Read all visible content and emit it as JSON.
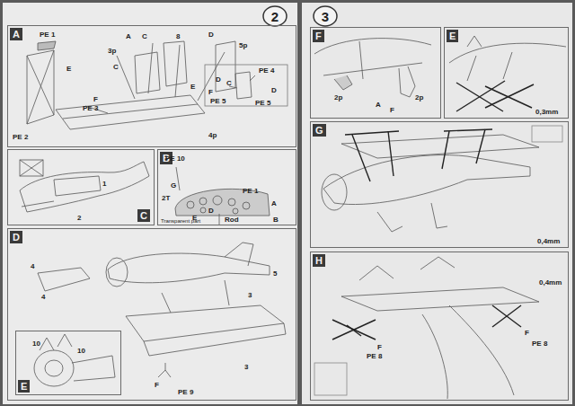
{
  "diagram": {
    "nodes": [
      {
        "text": [
          "2"
        ]
      },
      {
        "text": [
          "A"
        ]
      },
      {
        "text": [
          "C"
        ]
      },
      {
        "text": [
          "B"
        ]
      },
      {
        "text": [
          "D"
        ]
      },
      {
        "text": [
          "E"
        ],
        "in": 4
      },
      {
        "text": [
          "3"
        ]
      },
      {
        "text": [
          "F"
        ]
      },
      {
        "text": [
          "E"
        ]
      },
      {
        "text": [
          "G"
        ]
      },
      {
        "text": [
          "H"
        ]
      }
    ],
    "labels": [
      "PE 1",
      "E",
      "PE 2",
      "3p",
      "A",
      "C",
      "C",
      "8",
      "F",
      "PE 3",
      "E",
      "D",
      "5p",
      "4p",
      "PE 4",
      "D",
      "F",
      "C",
      "PE 5",
      "PE 5",
      "D",
      "1",
      "2",
      "PE 10",
      "G",
      "2T",
      "PE 1",
      "A",
      "Transparent part",
      "E",
      "D",
      "B",
      "Rod",
      "4",
      "4",
      "5",
      "3",
      "3",
      "F",
      "PE 9",
      "10",
      "10",
      "2p",
      "A",
      "F",
      "2p",
      "0,3mm",
      "0,4mm",
      "0,4mm",
      "F",
      "PE 8",
      "F",
      "PE 8"
    ]
  }
}
